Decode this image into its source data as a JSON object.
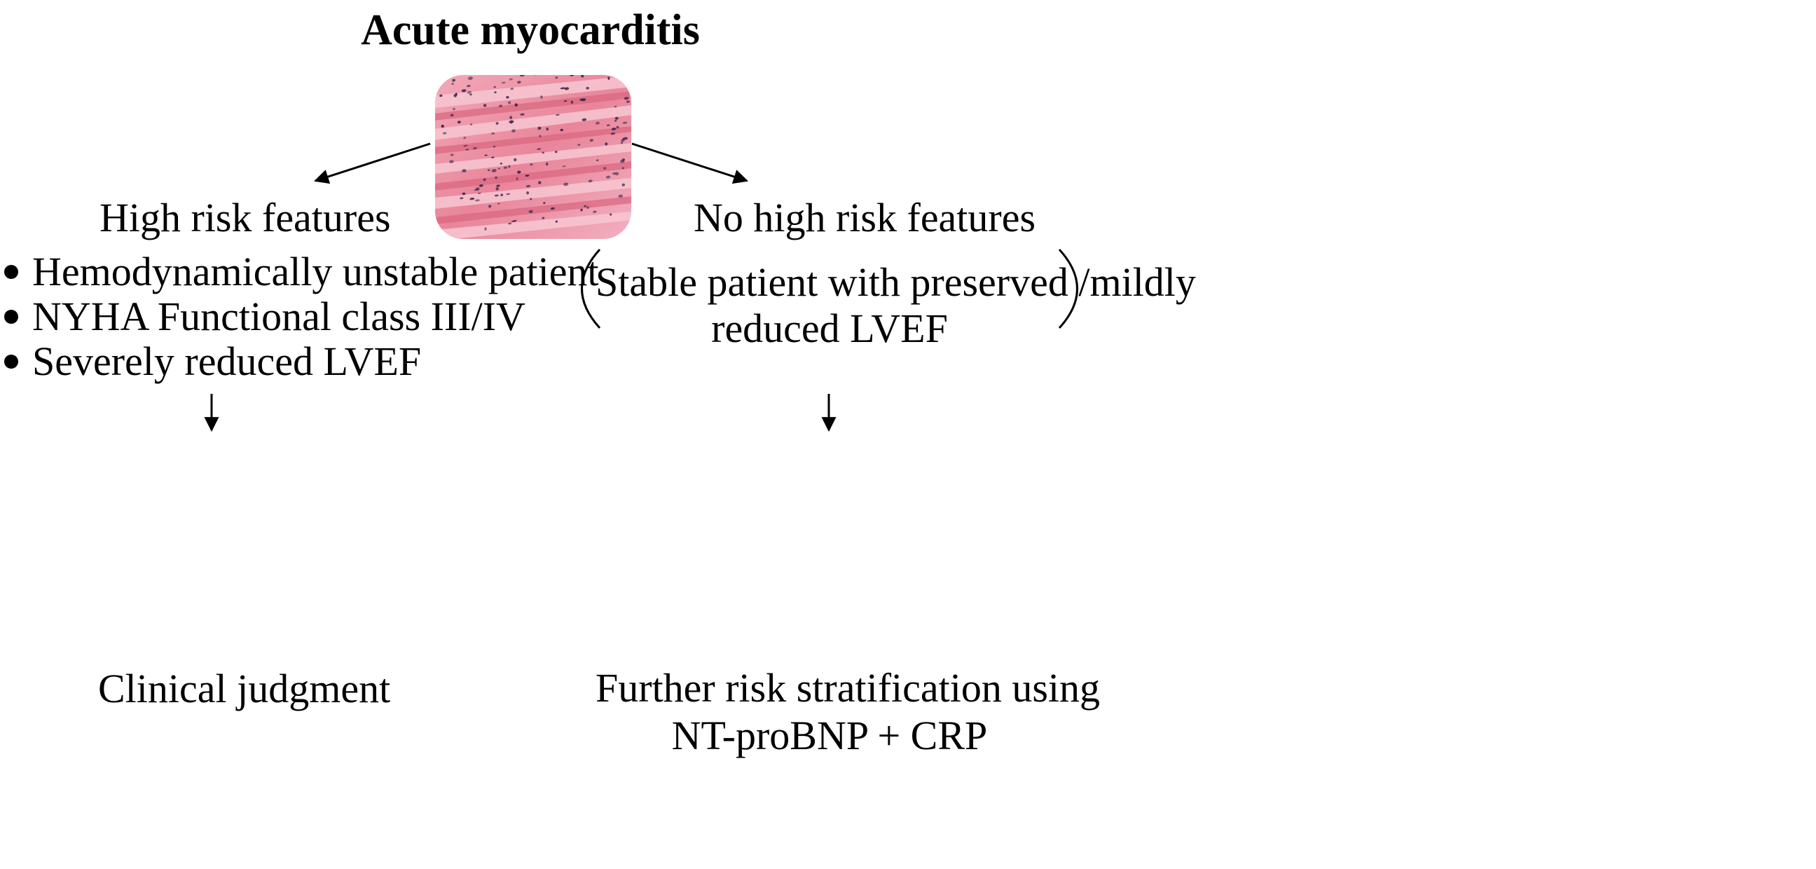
{
  "title": "Acute myocarditis",
  "image": {
    "icon": "histology-image-icon"
  },
  "left_branch": {
    "heading": "High risk features",
    "bullets": [
      "Hemodynamically unstable patient",
      "NYHA Functional class III/IV",
      "Severely reduced LVEF"
    ],
    "outcome": "Clinical judgment"
  },
  "right_branch": {
    "heading": "No high risk features",
    "note_line1": "Stable patient with preserved /mildly",
    "note_line2": "reduced LVEF",
    "outcome_line1": "Further risk stratification using",
    "outcome_line2": "NT-proBNP + CRP"
  },
  "colors": {
    "text": "#000000",
    "tissue_pink": "#e9859a",
    "nuclei": "#3a2850"
  }
}
